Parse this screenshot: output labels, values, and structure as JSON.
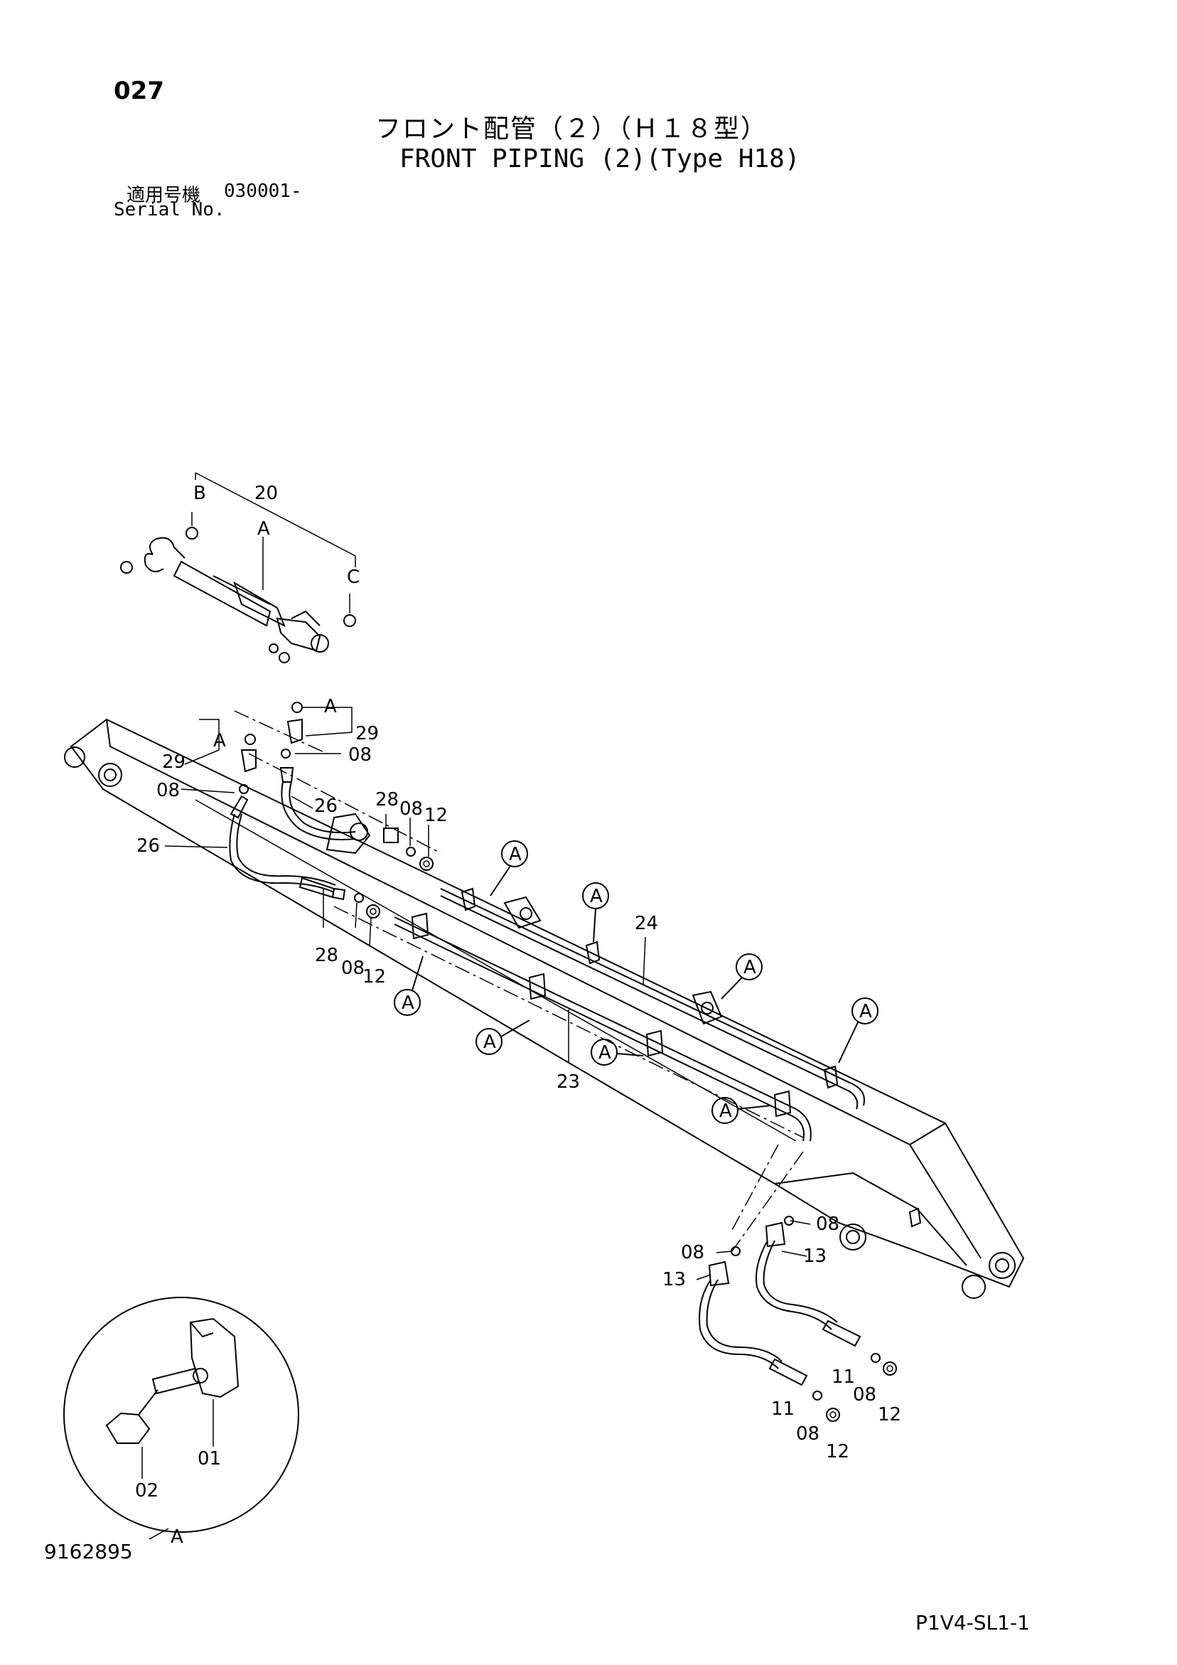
{
  "header": {
    "page_number": "027",
    "title_jp": "フロント配管（２）（Ｈ１８型）",
    "title_en": "FRONT PIPING (2)(Type H18)",
    "serial_label_jp": "適用号機",
    "serial_value": "030001-",
    "serial_label_en": "Serial No."
  },
  "footer": {
    "drawing_number": "9162895",
    "page_code": "P1V4-SL1-1"
  },
  "callouts": {
    "p01": "01",
    "p02": "02",
    "p08": "08",
    "p11": "11",
    "p12": "12",
    "p13": "13",
    "p20": "20",
    "p23": "23",
    "p24": "24",
    "p26": "26",
    "p28": "28",
    "p29": "29",
    "ref_a": "A",
    "ref_b": "B",
    "ref_c": "C"
  }
}
